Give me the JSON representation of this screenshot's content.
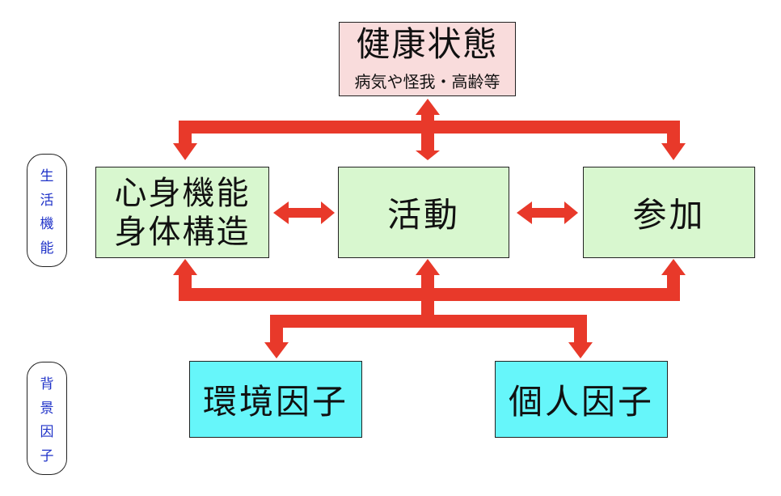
{
  "health": {
    "title": "健康状態",
    "subtitle": "病気や怪我・高齢等"
  },
  "functioning": {
    "body": {
      "line1": "心身機能",
      "line2": "身体構造"
    },
    "activity": "活動",
    "participation": "参加"
  },
  "factors": {
    "environmental": "環境因子",
    "personal": "個人因子"
  },
  "side_labels": {
    "functioning": [
      "生",
      "活",
      "機",
      "能"
    ],
    "background": [
      "背",
      "景",
      "因",
      "子"
    ]
  },
  "colors": {
    "arrow": "#e8392a",
    "health_box": "#f9dcdc",
    "functioning_box": "#d8f7cf",
    "factor_box": "#66f6fa",
    "side_text": "#1f32c8"
  }
}
